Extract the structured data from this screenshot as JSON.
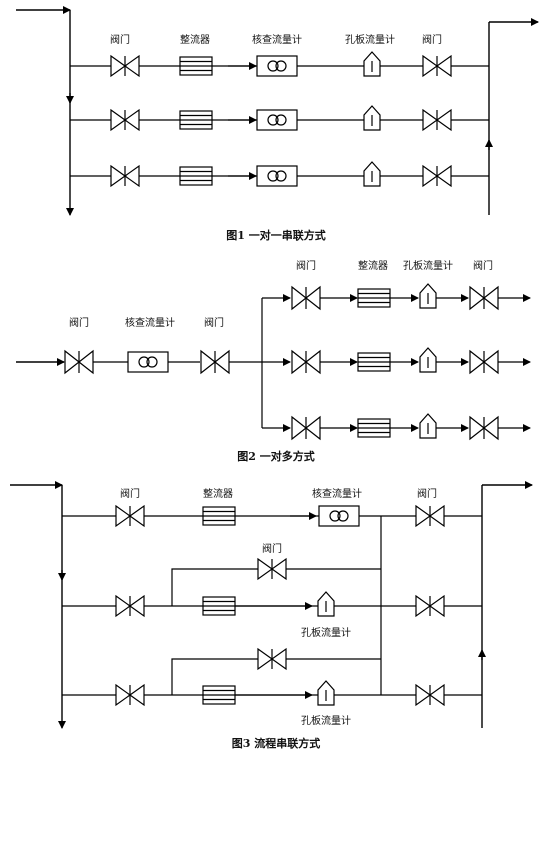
{
  "labels": {
    "valve": "阀门",
    "straightener": "整流器",
    "check_meter": "核查流量计",
    "orifice_meter": "孔板流量计"
  },
  "captions": {
    "fig1": "图1  一对一串联方式",
    "fig2": "图2  一对多方式",
    "fig3": "图3  流程串联方式"
  }
}
